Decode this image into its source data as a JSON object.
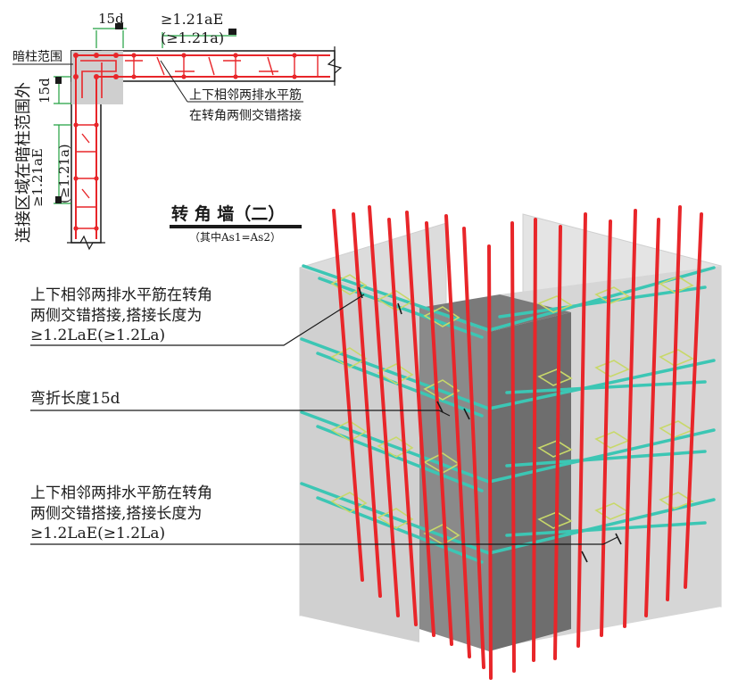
{
  "plan": {
    "dim_15d_top": "15d",
    "lap_top_line1": "≥1.21aE",
    "lap_top_line2": "(≥1.21a)",
    "hidden_column_range": "暗柱范围",
    "dim_15d_left": "15d",
    "connection_zone_label": "连接区域在暗柱范围外",
    "lap_left_line1": "≥1.21aE",
    "lap_left_line2": "(≥1.21a)",
    "stagger_note_line1": "上下相邻两排水平筋",
    "stagger_note_line2": "在转角两侧交错搭接",
    "title": "转 角 墙（二）",
    "subtitle": "（其中As1=As2）"
  },
  "callouts": {
    "upper": {
      "line1": "上下相邻两排水平筋在转角",
      "line2": "两侧交错搭接,搭接长度为",
      "line3": "≥1.2LaE(≥1.2La)"
    },
    "middle": {
      "line1": "弯折长度15d"
    },
    "lower": {
      "line1": "上下相邻两排水平筋在转角",
      "line2": "两侧交错搭接,搭接长度为",
      "line3": "≥1.2LaE(≥1.2La)"
    }
  },
  "colors": {
    "vertical_bar": "#e8262a",
    "horizontal_bar": "#3cc6b4",
    "tie": "#c8d86a",
    "concrete_light": "#e2e2e2",
    "concrete_mid": "#c8c8c8",
    "column_dark": "#8c8c8c",
    "column_shadow": "#6e6e6e",
    "green_dim": "#20a040"
  }
}
